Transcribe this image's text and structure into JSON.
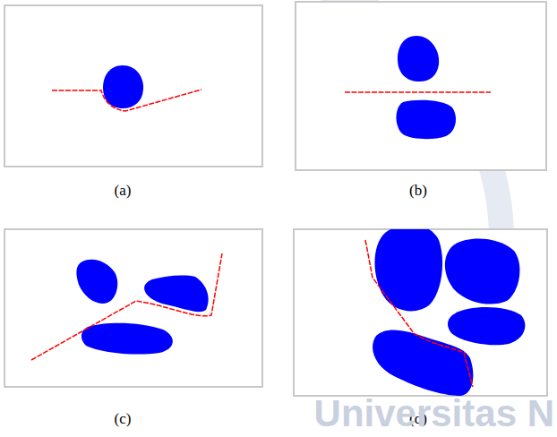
{
  "diagram": {
    "labels": [
      "(a)",
      "(b)",
      "(c)",
      "(d)",
      "Universitas N"
    ]
  }
}
